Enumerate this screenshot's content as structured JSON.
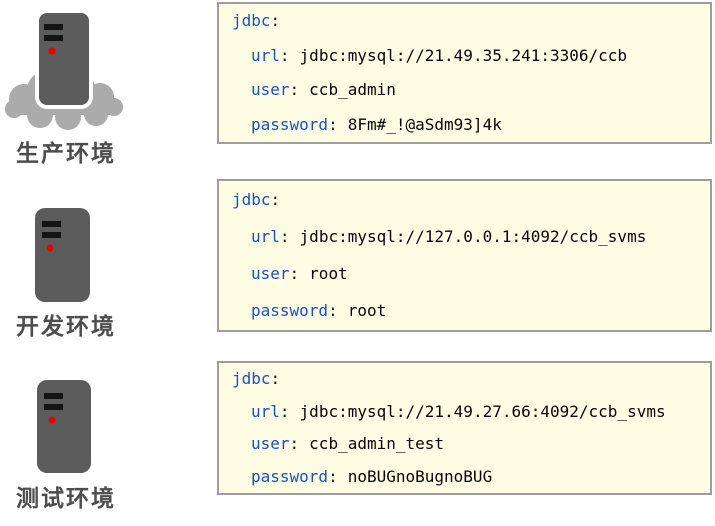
{
  "environments": [
    {
      "name": "production",
      "label": "生产环境",
      "icon": "server-with-cloud-icon",
      "code": {
        "root": "jdbc",
        "colon": ":",
        "entries": [
          {
            "key": "url",
            "value": "jdbc:mysql://21.49.35.241:3306/ccb"
          },
          {
            "key": "user",
            "value": "ccb_admin"
          },
          {
            "key": "password",
            "value": "8Fm#_!@aSdm93]4k"
          }
        ]
      }
    },
    {
      "name": "development",
      "label": "开发环境",
      "icon": "server-icon",
      "code": {
        "root": "jdbc",
        "colon": ":",
        "entries": [
          {
            "key": "url",
            "value": "jdbc:mysql://127.0.0.1:4092/ccb_svms"
          },
          {
            "key": "user",
            "value": "root"
          },
          {
            "key": "password",
            "value": "root"
          }
        ]
      }
    },
    {
      "name": "testing",
      "label": "测试环境",
      "icon": "server-icon",
      "code": {
        "root": "jdbc",
        "colon": ":",
        "entries": [
          {
            "key": "url",
            "value": "jdbc:mysql://21.49.27.66:4092/ccb_svms"
          },
          {
            "key": "user",
            "value": "ccb_admin_test"
          },
          {
            "key": "password",
            "value": "noBUGnoBugnoBUG"
          }
        ]
      }
    }
  ],
  "colors": {
    "key_blue": "#1d4fc4",
    "value_black": "#050505",
    "box_background": "#fdfde3",
    "box_border": "#9e9e9e",
    "server_body": "#5c5c5c",
    "cloud_gray": "#ababab",
    "led_red": "#e60000",
    "label_gray": "#4d4d4d",
    "page_background": "#ffffff"
  }
}
